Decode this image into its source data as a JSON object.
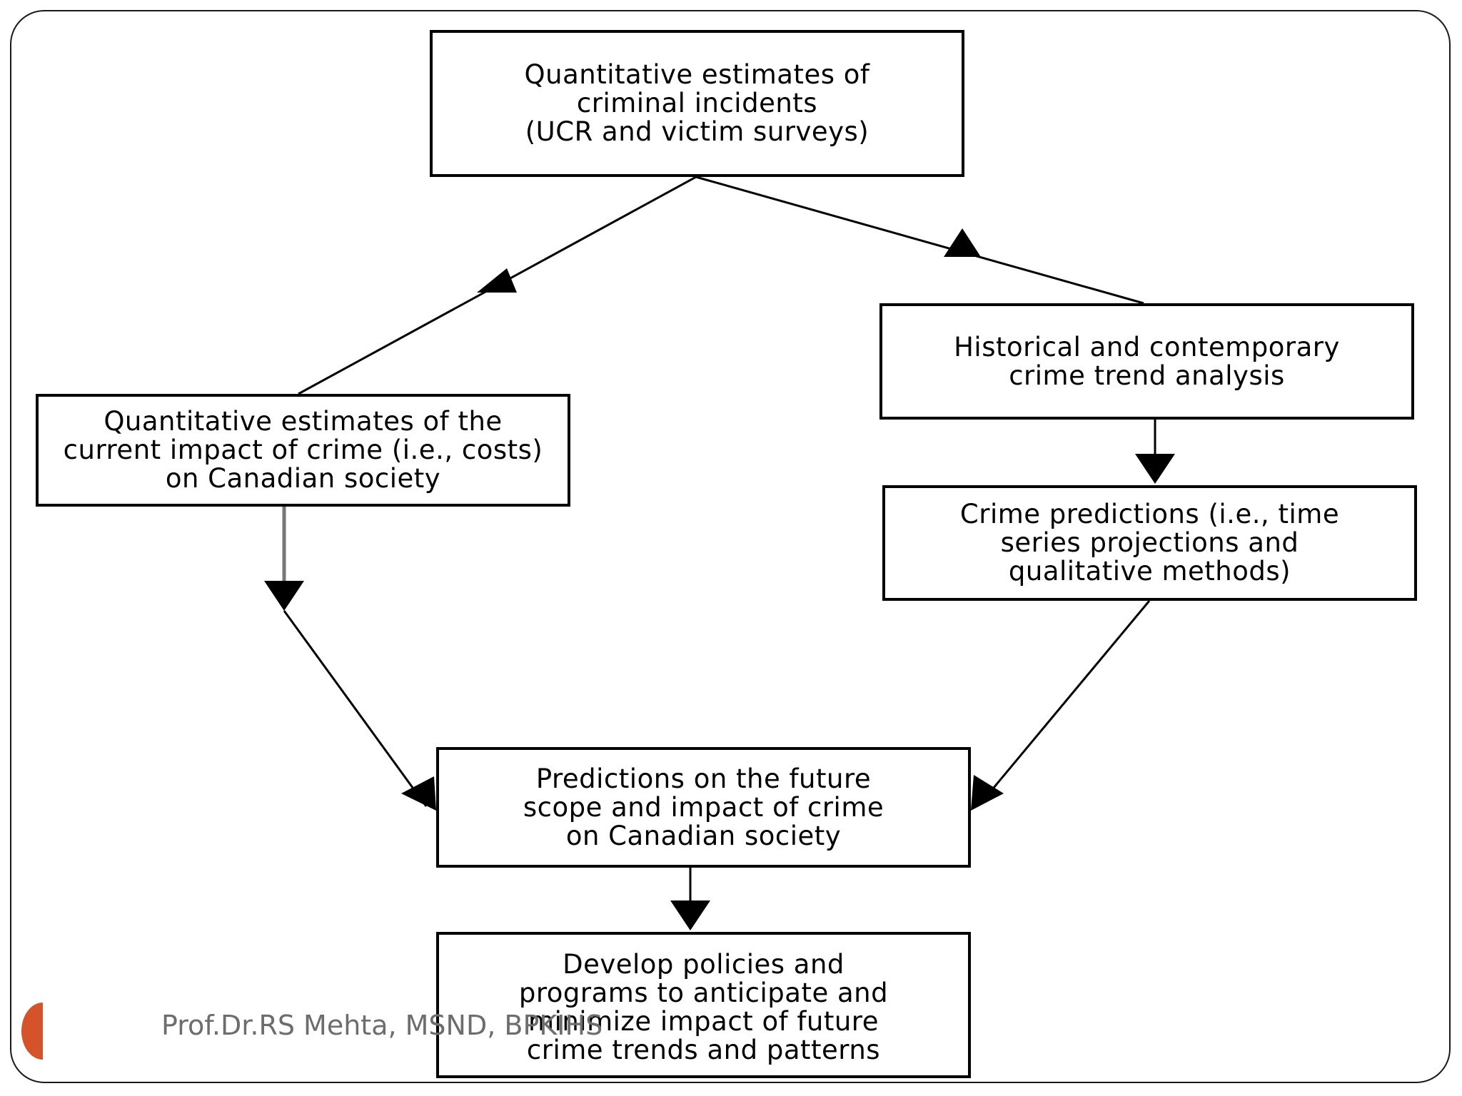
{
  "boxes": {
    "top": "Quantitative estimates of\ncriminal incidents\n(UCR and victim surveys)",
    "trend": "Historical and contemporary\ncrime trend analysis",
    "left": "Quantitative estimates of the\ncurrent impact of crime (i.e., costs)\non Canadian society",
    "predictions": "Crime predictions (i.e., time\nseries projections and\nqualitative methods)",
    "future": "Predictions on the future\nscope and impact of crime\non Canadian society",
    "develop": "Develop policies and\nprograms to anticipate and\nminimize impact of future\ncrime trends and patterns"
  },
  "footer": "Prof.Dr.RS Mehta, MSND, BPKIHS",
  "colors": {
    "accent": "#d4532a",
    "footer_text": "#6d6d6d"
  }
}
